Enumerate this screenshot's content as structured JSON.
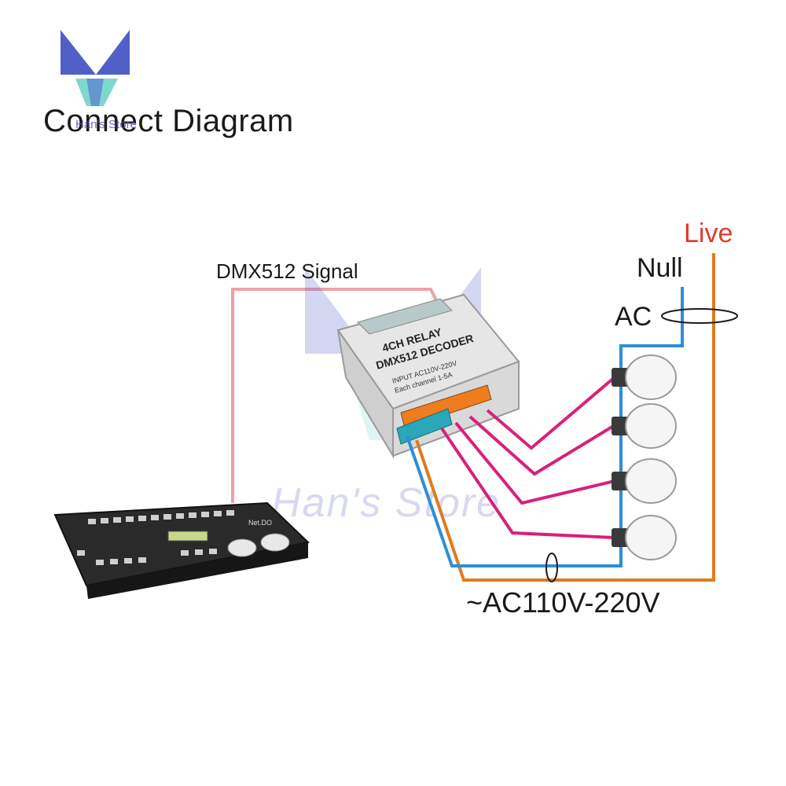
{
  "title": "Connect Diagram",
  "store_name": "Han's Store",
  "logo": {
    "name": "store-logo-icon",
    "colors": [
      "#5060c8",
      "#7fd8d0"
    ]
  },
  "signal_label": "DMX512 Signal",
  "null_label": "Null",
  "live_label": "Live",
  "ac_label": "AC",
  "voltage_label": "~AC110V-220V",
  "decoder": {
    "line1": "4CH RELAY",
    "line2": "DMX512 DECODER",
    "line3": "INPUT AC110V-220V",
    "line4": "Each channel 1-5A"
  },
  "console": {
    "brand": "Net.DO"
  },
  "bulb_count": 4,
  "colors": {
    "signal": "#f0a0a8",
    "null_wire": "#2b8fd6",
    "live_wire": "#e07b1c",
    "lamp_wire": "#d8207a",
    "live_text": "#e23a2c"
  }
}
